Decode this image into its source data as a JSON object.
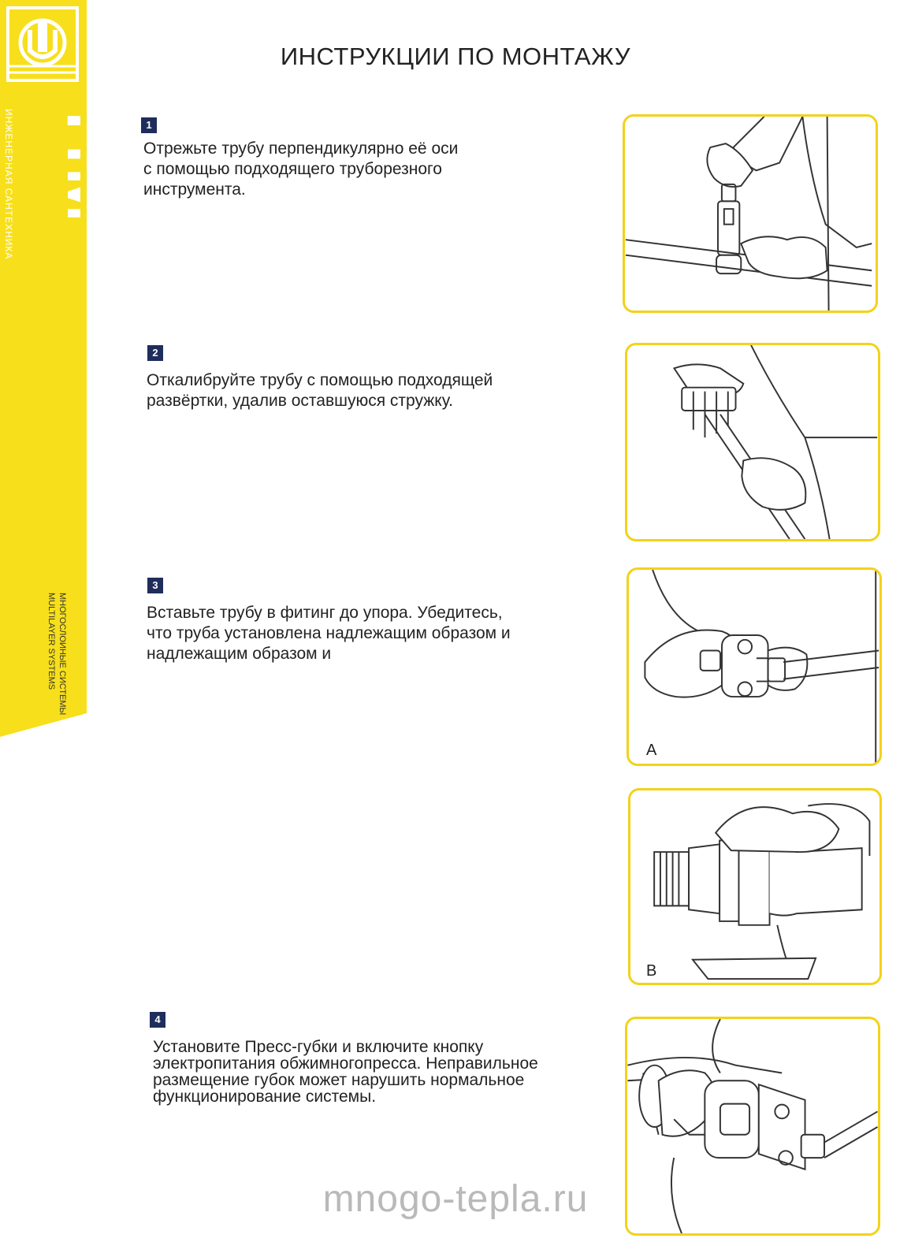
{
  "brand": {
    "logo_text": "TIM",
    "tagline": "ИНЖЕНЕРНАЯ САНТЕХНИКА",
    "series_ru": "МНОГОСЛОЙНЫЕ СИСТЕМЫ",
    "series_en": "MULTILAYER SYSTEMS",
    "band_color": "#f7df1b"
  },
  "title": "ИНСТРУКЦИИ ПО МОНТАЖУ",
  "steps": [
    {
      "number": "1",
      "text": "Отрежьте трубу перпендикулярно её оси\nс помощью подходящего труборезного\nинструмента."
    },
    {
      "number": "2",
      "text": "Откалибруйте трубу с помощью подходящей\n развёртки, удалив оставшуюся  стружку."
    },
    {
      "number": "3",
      "text": "Вставьте трубу в фитинг до упора. Убедитесь,\n что труба установлена  надлежащим образом и\nнадлежащим образом и"
    },
    {
      "number": "4",
      "text": "Установите Пресс-губки и включите кнопку\nэлектропитания обжимногопресса. Неправильное\nразмещение губок может нарушить нормальное\nфункционирование системы."
    }
  ],
  "illustrations": [
    {
      "icon": "pipe-cutter-illustration",
      "label": ""
    },
    {
      "icon": "reamer-calibration-illustration",
      "label": ""
    },
    {
      "icon": "pipe-insert-illustration",
      "label": "A"
    },
    {
      "icon": "fitting-closeup-illustration",
      "label": "B"
    },
    {
      "icon": "press-jaws-illustration",
      "label": ""
    }
  ],
  "frame_color": "#f3d21a",
  "watermark": "mnogo-tepla.ru"
}
